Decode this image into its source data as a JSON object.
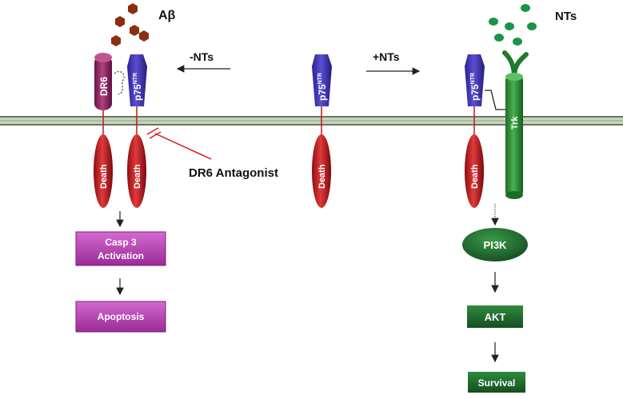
{
  "labels": {
    "abeta": "Aβ",
    "nts": "NTs",
    "minus_nts": "-NTs",
    "plus_nts": "+NTs",
    "dr6": "DR6",
    "p75_base": "p75",
    "p75_sup": "NTR",
    "trk": "Trk",
    "death": "Death",
    "dr6_antagonist": "DR6 Antagonist",
    "casp3_line1": "Casp 3",
    "casp3_line2": "Activation",
    "apoptosis": "Apoptosis",
    "pi3k": "PI3K",
    "akt": "AKT",
    "survival": "Survival"
  },
  "colors": {
    "abeta": "#8b2e12",
    "nts": "#1a9446",
    "p75": "#3b2fb0",
    "dr6": "#8a1f5a",
    "death": "#c0161c",
    "trk": "#2a8a34",
    "membrane_fill": "#c9d2bf",
    "membrane_edge": "#5f7a5a",
    "purple_box": "#b83db5",
    "green_box": "#1f6a2e",
    "antagonist": "#d81a1a"
  }
}
